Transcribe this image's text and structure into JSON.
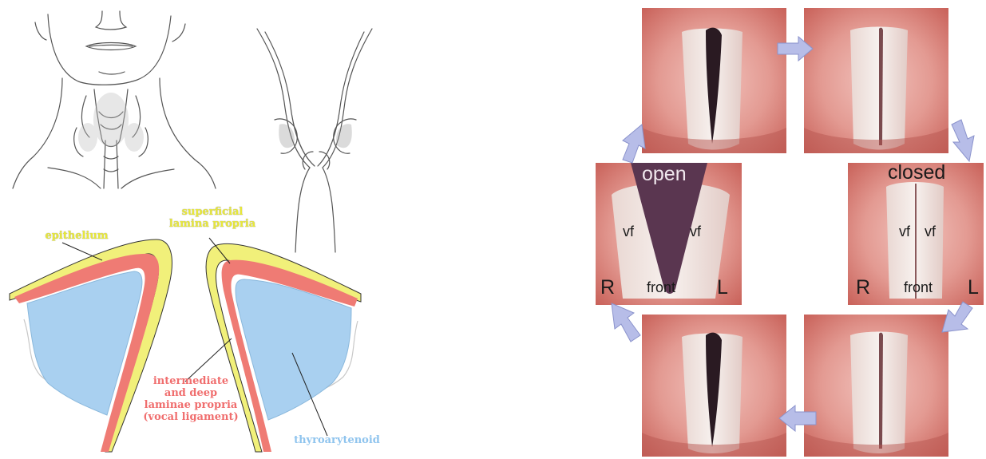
{
  "left_diagram": {
    "labels": {
      "epithelium": "epithelium",
      "superficial_lamina_propria": "superficial\nlamina propria",
      "intermediate_deep": "intermediate\nand deep\nlaminae propria\n(vocal ligament)",
      "thyroarytenoid": "thyroarytenoid"
    },
    "colors": {
      "epithelium": "#f1f07a",
      "lamina": "#ef7b74",
      "muscle": "#a9d0f0"
    }
  },
  "right_panel": {
    "open_label": "open",
    "closed_label": "closed",
    "vf": "vf",
    "front": "front",
    "R": "R",
    "L": "L",
    "arrow_color": "#b7bde8"
  }
}
